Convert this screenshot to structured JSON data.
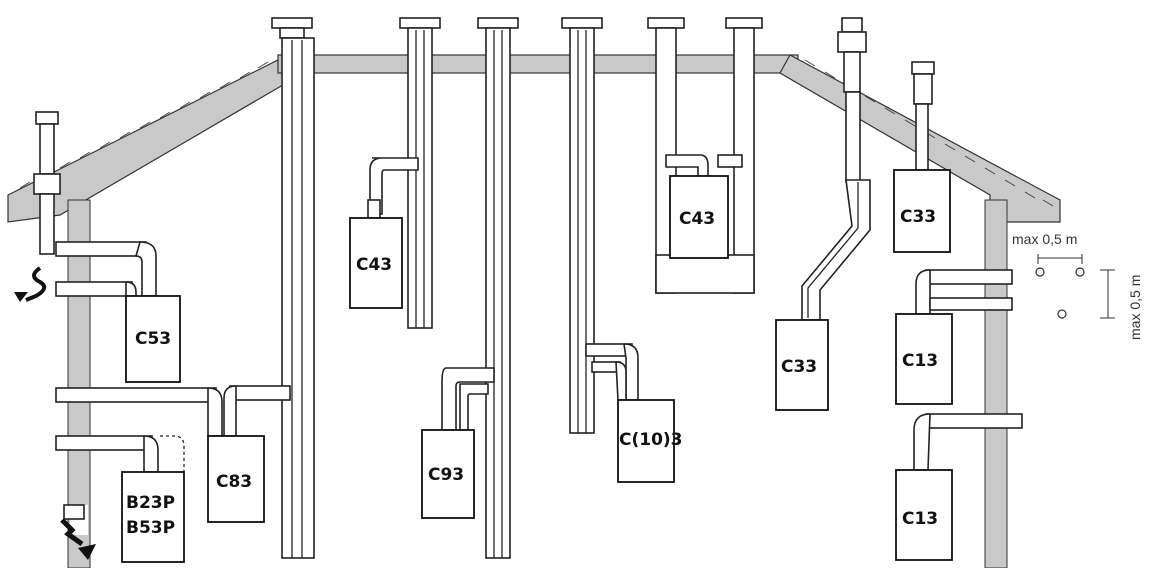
{
  "labels": {
    "c53": "C53",
    "c83": "C83",
    "b23p": "B23P",
    "b53p": "B53P",
    "c43_left": "C43",
    "c93": "C93",
    "c103": "C(10)3",
    "c43_right": "C43",
    "c33_mid": "C33",
    "c33_right": "C33",
    "c13_upper": "C13",
    "c13_lower": "C13"
  },
  "dimensions": {
    "horizontal": "max 0,5 m",
    "vertical": "max 0,5 m"
  },
  "colors": {
    "roof": "#c9c9c9",
    "line": "#222222",
    "background": "#ffffff"
  }
}
